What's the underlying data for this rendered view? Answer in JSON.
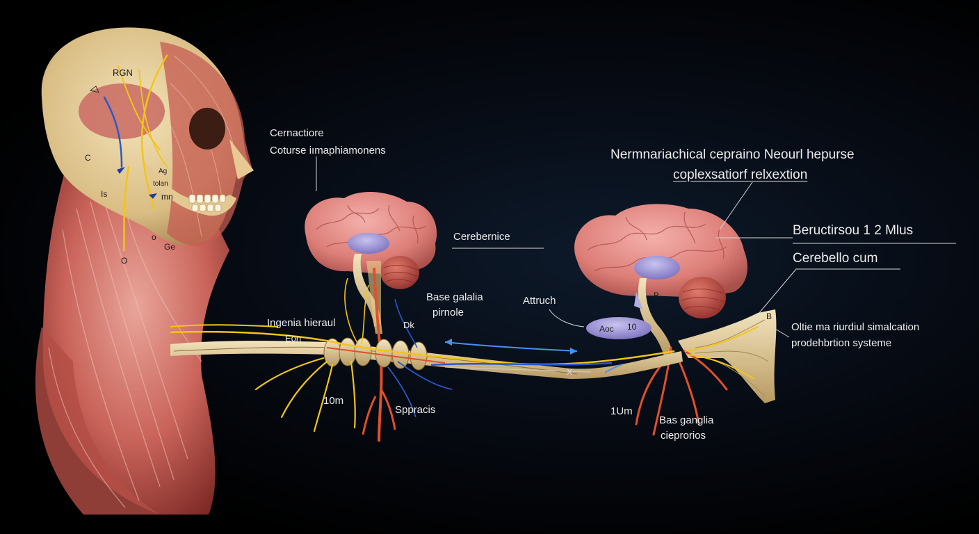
{
  "labels": {
    "rgn": "RGN",
    "cernactiore": "Cernactiore",
    "coturse": "Coturse iımaphiamonens",
    "cerebernice": "Cerebernice",
    "title_line1": "Nermnariachical cepraino Neourl hepurse",
    "title_line2": "coplexsatiorf relxextion",
    "beructirsou": "Beructirsou 1 2 Mlus",
    "cerebello": "Cerebello cum",
    "base_galalia": "Base galalia",
    "pirnole": "pirnole",
    "attruch": "Attruch",
    "ingenia": "Ingenia hieraul",
    "eon": "Eon",
    "dk": "Dk",
    "olte_line1": "Oltie ma riurdiul simalcation",
    "olte_line2": "prodehbrtion systeme",
    "ten_m": "10m",
    "sppracis": "Sppracis",
    "one_um": "1Um",
    "bas_ganglia": "Bas ganglia",
    "cieprorios": "cieprorios",
    "skull_c": "C",
    "skull_ag": "Ag",
    "skull_tolan": "tolan",
    "skull_mn": "mn",
    "skull_is": "Is",
    "skull_o": "O",
    "skull_ge": "Ge",
    "skull_oc": "o",
    "thal_aoc": "Aoc",
    "thal_10": "10",
    "stem_b": "B",
    "stem_b2": "B",
    "cord_x": "X"
  }
}
